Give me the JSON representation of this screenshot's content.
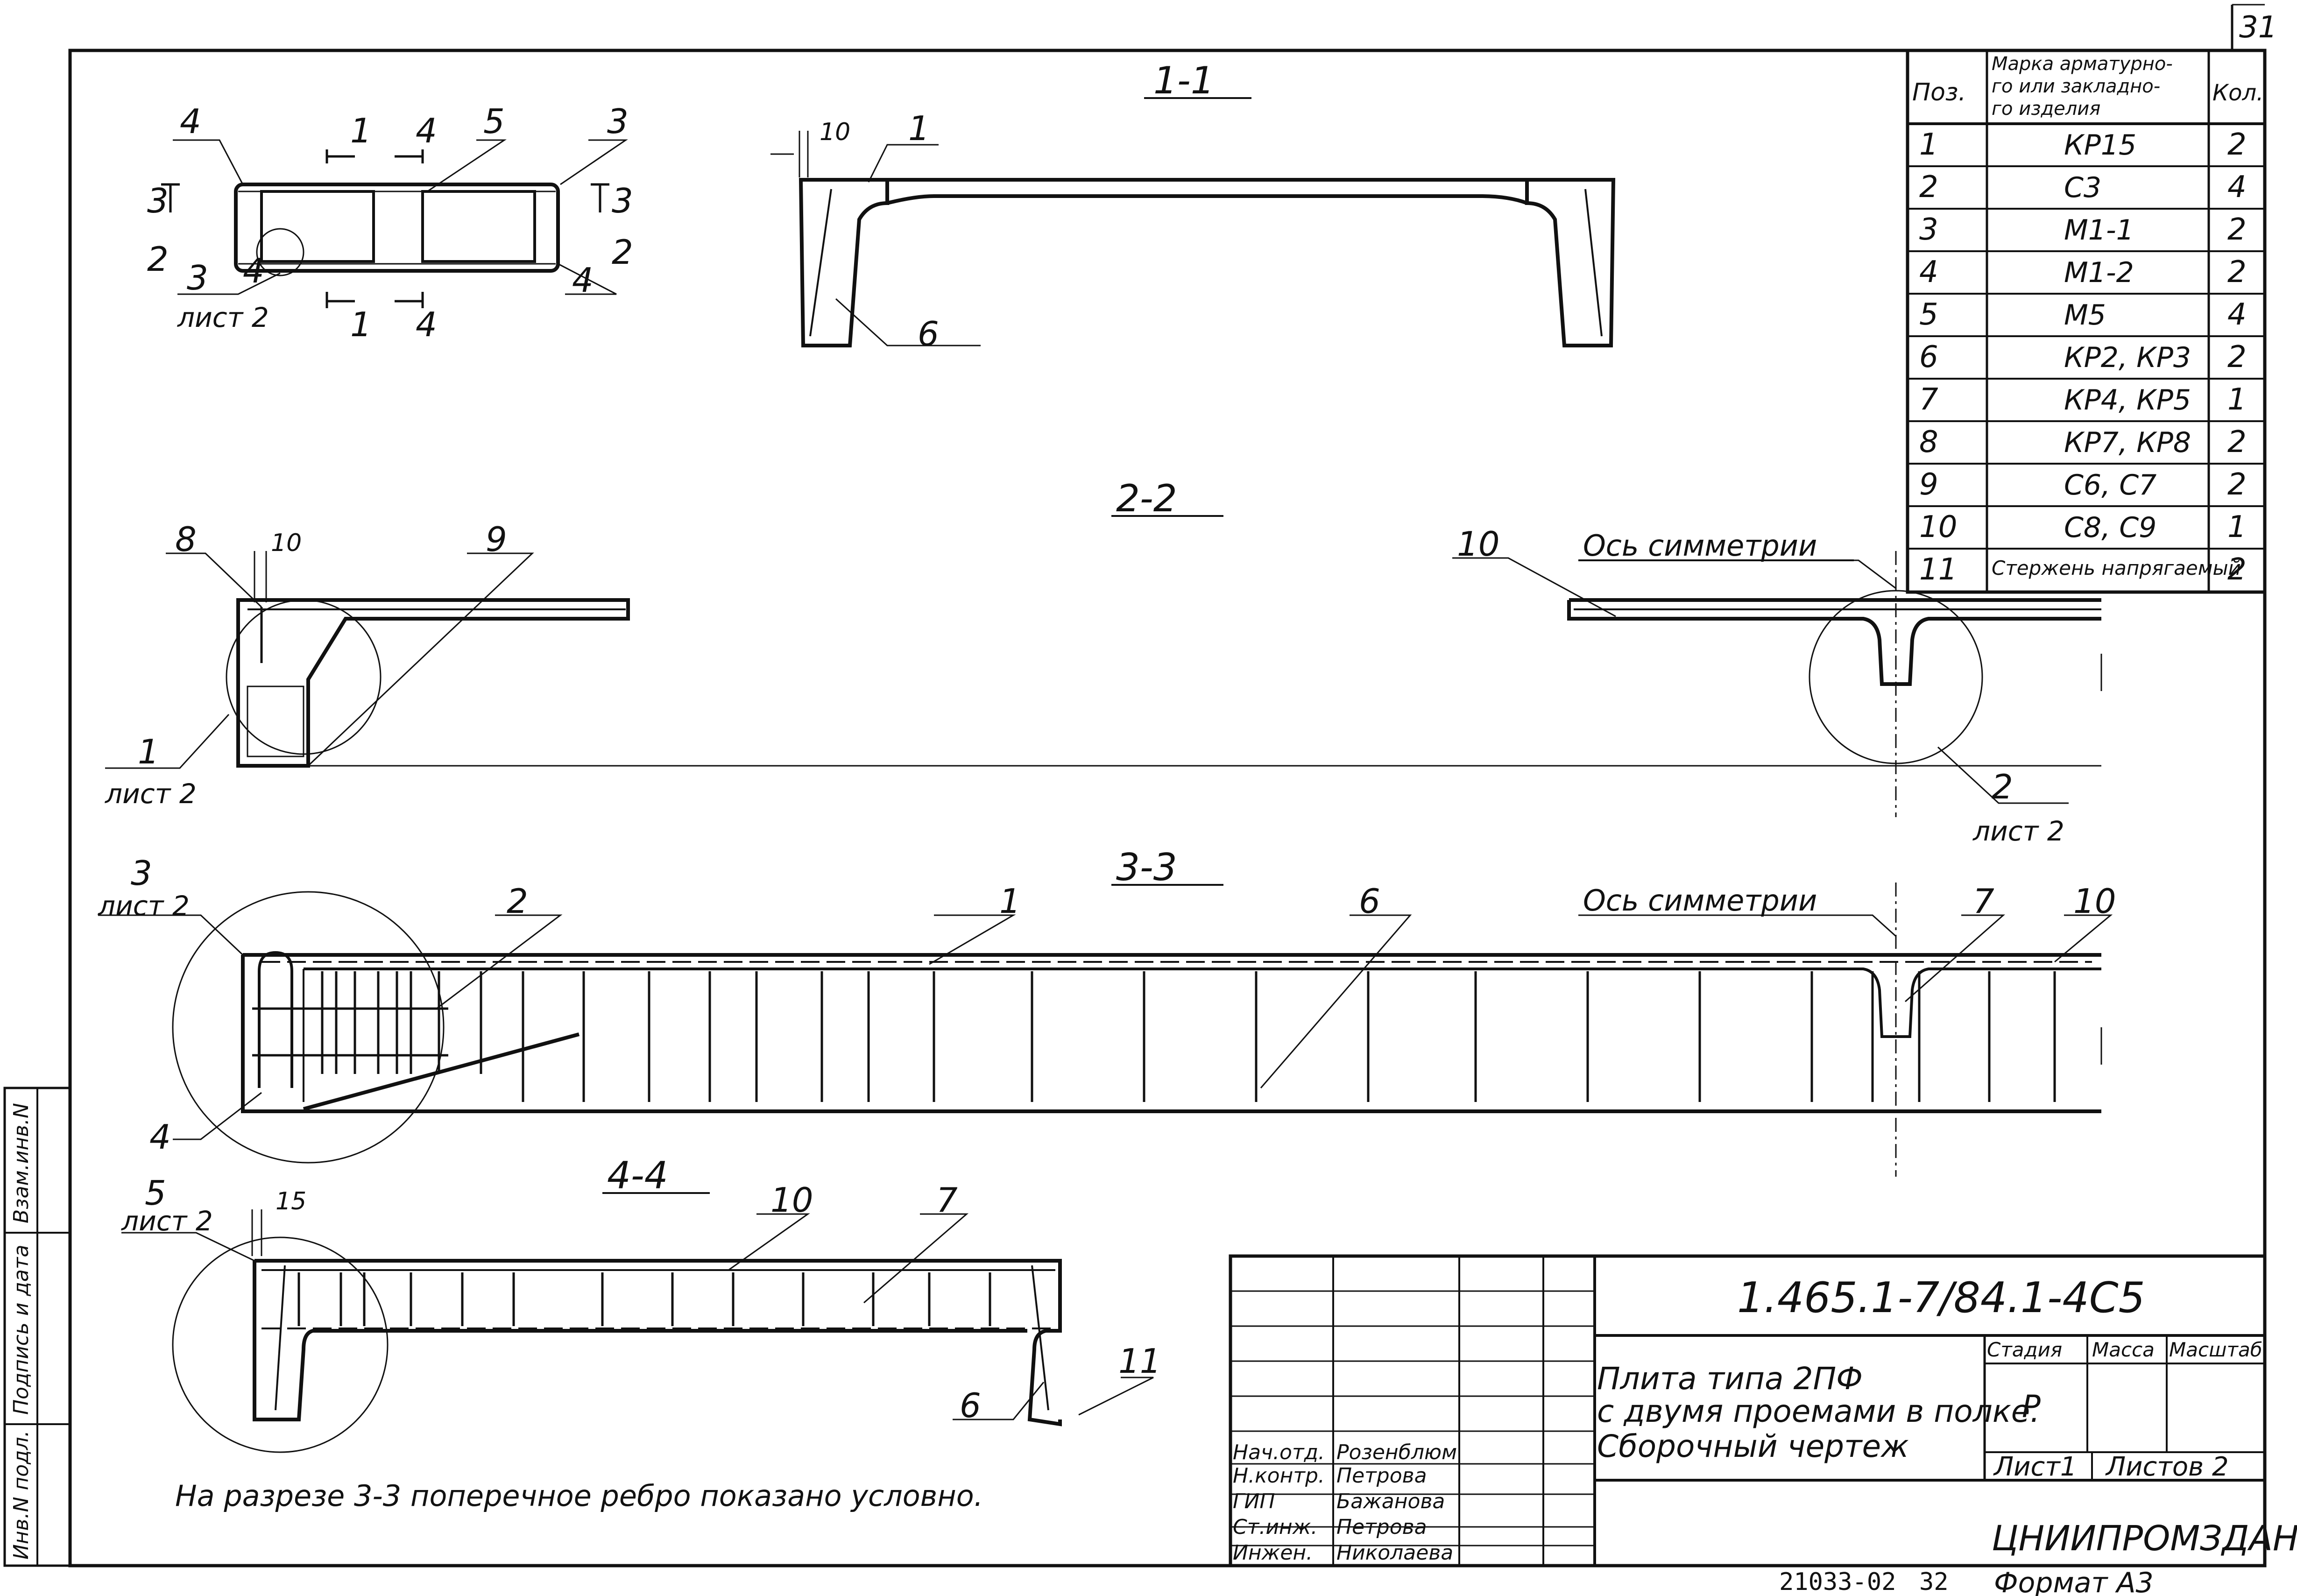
{
  "page_number": "31",
  "sections": {
    "s11": {
      "title": "1-1",
      "labels": [
        "10",
        "1",
        "6"
      ]
    },
    "s22": {
      "title": "2-2",
      "labels": [
        "8",
        "10",
        "9",
        "10"
      ],
      "axis": "Ось симметрии",
      "callout_left": {
        "num": "1",
        "sheet": "лист 2"
      },
      "callout_right": {
        "num": "2",
        "sheet": "лист 2"
      }
    },
    "s33": {
      "title": "3-3",
      "labels": [
        "2",
        "1",
        "6",
        "7",
        "10",
        "4"
      ],
      "axis": "Ось симметрии",
      "callout_left": {
        "num": "3",
        "sheet": "лист 2"
      }
    },
    "s44": {
      "title": "4-4",
      "labels": [
        "15",
        "10",
        "7",
        "6",
        "11"
      ],
      "callout_left": {
        "num": "5",
        "sheet": "лист 2"
      }
    }
  },
  "plan": {
    "labels": [
      "4",
      "1",
      "4",
      "5",
      "3",
      "3",
      "2",
      "3",
      "4",
      "3",
      "2",
      "4",
      "1",
      "4"
    ],
    "sheet_ref": "лист 2"
  },
  "spec_table": {
    "headers": [
      "Поз.",
      "Марка арматурного или закладного изделия",
      "Кол."
    ],
    "rows": [
      [
        "1",
        "КР15",
        "2"
      ],
      [
        "2",
        "С3",
        "4"
      ],
      [
        "3",
        "М1-1",
        "2"
      ],
      [
        "4",
        "М1-2",
        "2"
      ],
      [
        "5",
        "М5",
        "4"
      ],
      [
        "6",
        "КР2, КР3",
        "2"
      ],
      [
        "7",
        "КР4, КР5",
        "1"
      ],
      [
        "8",
        "КР7, КР8",
        "2"
      ],
      [
        "9",
        "С6, С7",
        "2"
      ],
      [
        "10",
        "С8, С9",
        "1"
      ],
      [
        "11",
        "Стержень напрягаемый",
        "2"
      ]
    ]
  },
  "note": "На разрезе 3-3 поперечное ребро показано условно.",
  "title_block": {
    "code": "1.465.1-7/84.1-4С5",
    "description_lines": [
      "Плита типа 2ПФ",
      "с двумя проемами в полке.",
      "Сборочный чертеж"
    ],
    "stage_header": "Стадия",
    "mass_header": "Масса",
    "scale_header": "Масштаб",
    "stage": "Р",
    "sheet": "Лист1",
    "sheets": "Листов 2",
    "org": "ЦНИИПРОМЗДАНИЙ",
    "signatures": [
      [
        "Нач.отд.",
        "Розенблюм"
      ],
      [
        "Н.контр.",
        "Петрова"
      ],
      [
        "ГИП",
        "Бажанова"
      ],
      [
        "Ст.инж.",
        "Петрова"
      ],
      [
        "Инжен.",
        "Николаева"
      ]
    ]
  },
  "side_stamp": [
    "Инв.N подл.",
    "Подпись и дата",
    "Взам.инв.N"
  ],
  "footer": {
    "doc_no": "21033-02",
    "page": "32",
    "format": "Формат А3"
  }
}
